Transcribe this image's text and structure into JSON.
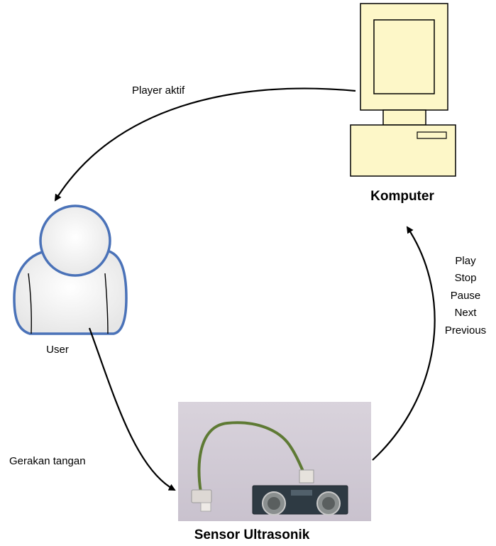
{
  "nodes": {
    "computer": {
      "label": "Komputer"
    },
    "user": {
      "label": "User"
    },
    "sensor": {
      "label": "Sensor Ultrasonik"
    }
  },
  "edges": {
    "computer_to_user": {
      "label": "Player aktif"
    },
    "user_to_sensor": {
      "label": "Gerakan tangan"
    },
    "sensor_to_computer": {
      "commands": [
        "Play",
        "Stop",
        "Pause",
        "Next",
        "Previous"
      ]
    }
  },
  "colors": {
    "computer_fill": "#fdf7c8",
    "user_outline": "#4a72b8",
    "arrow": "#000000"
  }
}
